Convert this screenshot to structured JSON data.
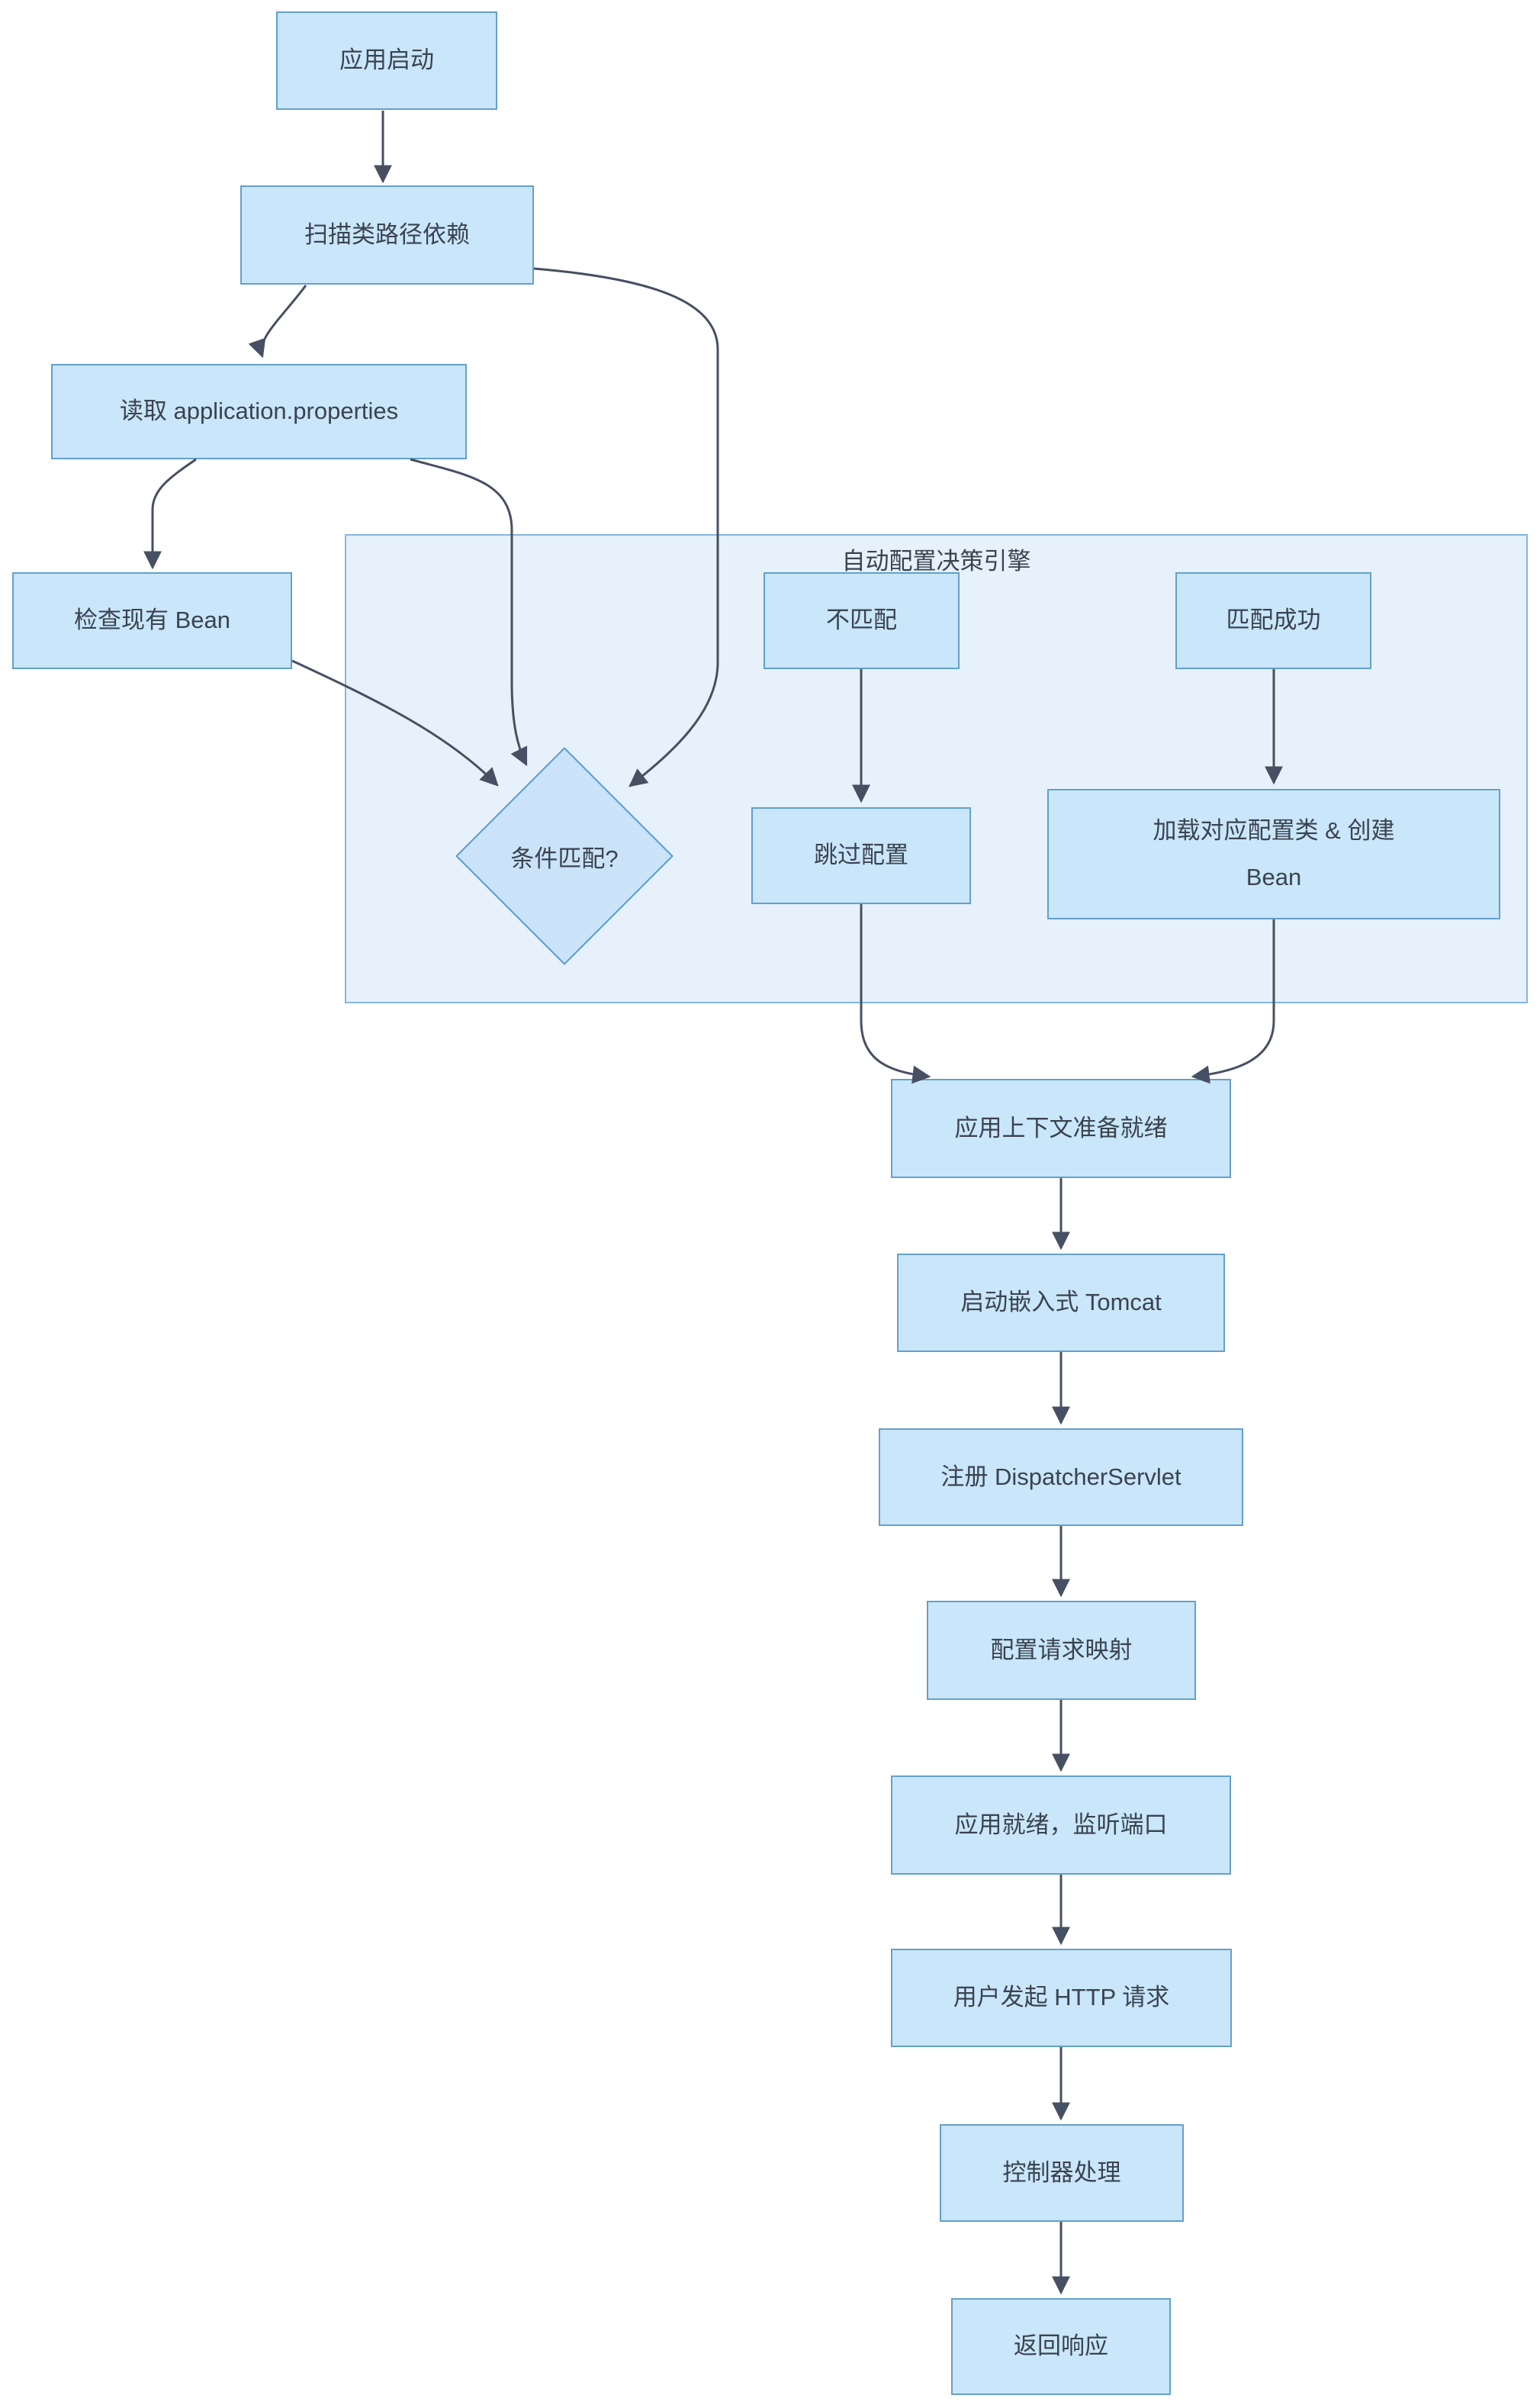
{
  "diagram": {
    "engine_panel": {
      "title": "自动配置决策引擎"
    },
    "nodes": {
      "start": {
        "label": "应用启动"
      },
      "scan": {
        "label": "扫描类路径依赖"
      },
      "read_props": {
        "label": "读取 application.properties"
      },
      "check_beans": {
        "label": "检查现有 Bean"
      },
      "condition": {
        "label": "条件匹配?"
      },
      "no_match": {
        "label": "不匹配"
      },
      "match_ok": {
        "label": "匹配成功"
      },
      "skip_config": {
        "label": "跳过配置"
      },
      "load_config": {
        "label_line1": "加载对应配置类 & 创建",
        "label_line2": "Bean"
      },
      "context_ready": {
        "label": "应用上下文准备就绪"
      },
      "start_tomcat": {
        "label": "启动嵌入式 Tomcat"
      },
      "register_ds": {
        "label": "注册 DispatcherServlet"
      },
      "req_mapping": {
        "label": "配置请求映射"
      },
      "app_ready": {
        "label": "应用就绪，监听端口"
      },
      "http_request": {
        "label": "用户发起 HTTP 请求"
      },
      "controller": {
        "label": "控制器处理"
      },
      "response": {
        "label": "返回响应"
      }
    },
    "colors": {
      "background": "#FFFFFF",
      "node_fill": "#C9E6FA",
      "node_border": "#64A0CB",
      "panel_fill": "#E6F1FB",
      "panel_border": "#85B6E0",
      "diamond_fill": "#CAE3F8",
      "diamond_border": "#5A9BD6",
      "edge": "#475062",
      "text": "#3B4350"
    }
  }
}
